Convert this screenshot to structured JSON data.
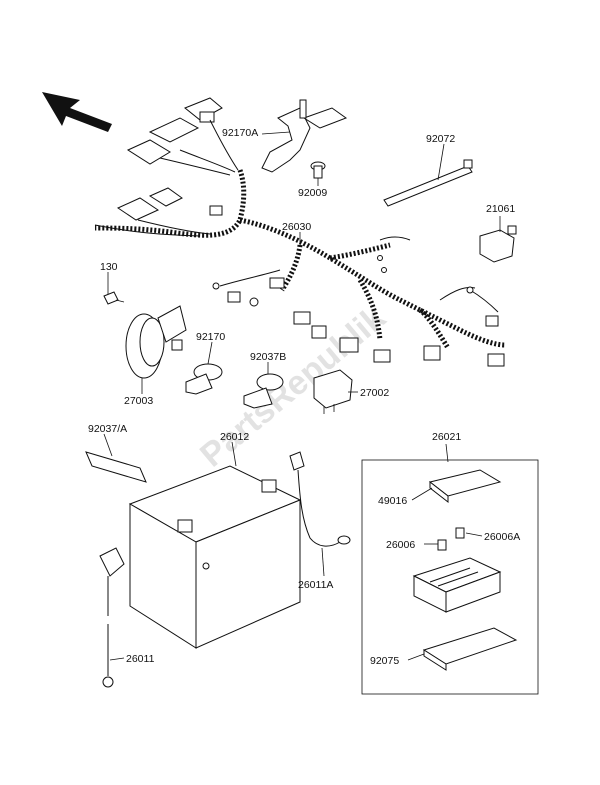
{
  "labels": {
    "l92170A": "92170A",
    "l92072": "92072",
    "l92009": "92009",
    "l26030": "26030",
    "l21061": "21061",
    "l130": "130",
    "l92170": "92170",
    "l92037B": "92037B",
    "l27003": "27003",
    "l27002": "27002",
    "l92037A": "92037/A",
    "l26012": "26012",
    "l26021": "26021",
    "l49016": "49016",
    "l26006": "26006",
    "l26006A": "26006A",
    "l26011A": "26011A",
    "l92075": "92075",
    "l26011": "26011"
  },
  "watermark": "PartsRepublik",
  "icons": {
    "direction": "front-direction-arrow-icon"
  }
}
